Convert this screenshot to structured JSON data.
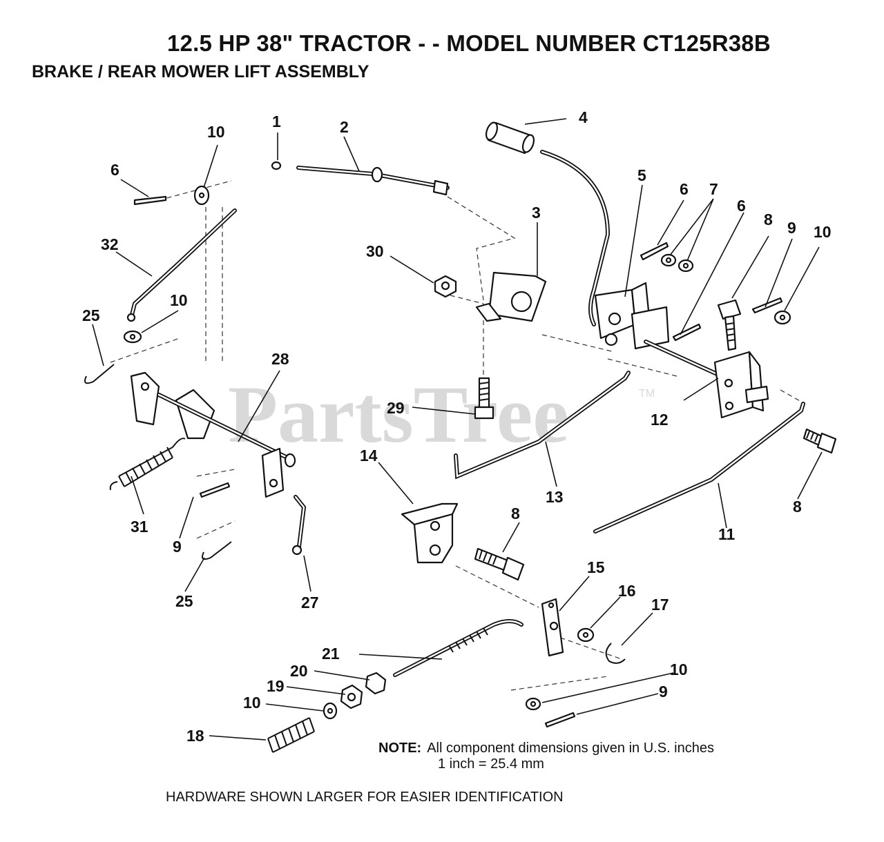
{
  "header": {
    "title": "12.5 HP 38\" TRACTOR - - MODEL NUMBER CT125R38B",
    "subtitle": "BRAKE / REAR MOWER LIFT ASSEMBLY"
  },
  "watermark": {
    "text": "PartsTree",
    "tm": "TM"
  },
  "callouts": {
    "c1": "1",
    "c2": "2",
    "c3": "3",
    "c4": "4",
    "c5": "5",
    "c6a": "6",
    "c6b": "6",
    "c6c": "6",
    "c7": "7",
    "c8a": "8",
    "c8b": "8",
    "c8c": "8",
    "c9a": "9",
    "c9b": "9",
    "c9c": "9",
    "c10a": "10",
    "c10b": "10",
    "c10c": "10",
    "c10d": "10",
    "c10e": "10",
    "c11": "11",
    "c12": "12",
    "c13": "13",
    "c14": "14",
    "c15": "15",
    "c16": "16",
    "c17": "17",
    "c18": "18",
    "c19": "19",
    "c20": "20",
    "c21": "21",
    "c25a": "25",
    "c25b": "25",
    "c27": "27",
    "c28": "28",
    "c29": "29",
    "c30": "30",
    "c31": "31",
    "c32": "32"
  },
  "note": {
    "label": "NOTE:",
    "line1": "All component dimensions given in U.S. inches",
    "line2": "1 inch = 25.4 mm"
  },
  "footer": "HARDWARE SHOWN LARGER FOR EASIER IDENTIFICATION"
}
